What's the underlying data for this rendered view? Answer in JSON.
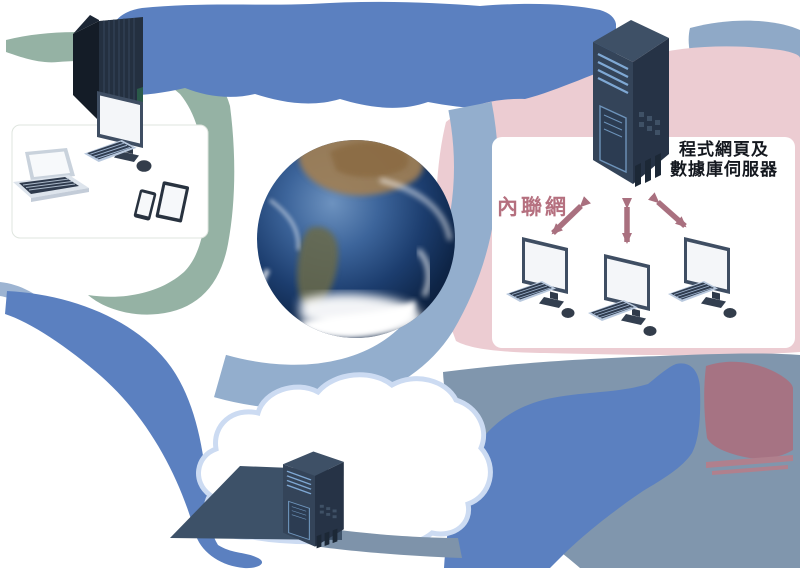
{
  "labels": {
    "server_line1": "程式網頁及",
    "server_line2": "數據庫伺服器",
    "intranet": "內聯網"
  },
  "colors": {
    "internet_arrow_blue": "#5b80c0",
    "client_arrow_green": "#95b2a4",
    "network_band_steel": "#93aecd",
    "corner_band_steel": "#8fa9c7",
    "bottom_right_grey": "#8096ad",
    "under_cloud_band": "#7e93aa",
    "light_wedge_blue": "#abc4e2",
    "intranet_panel_pink": "#ecccd2",
    "intranet_arrow_mauve": "#a9707f",
    "intranet_label_text": "#b5707f",
    "panel_white": "#ffffff",
    "server_body_dark": "#344459",
    "shadow_slate": "#3d5168",
    "cloud_outline": "#ccdbf2"
  }
}
